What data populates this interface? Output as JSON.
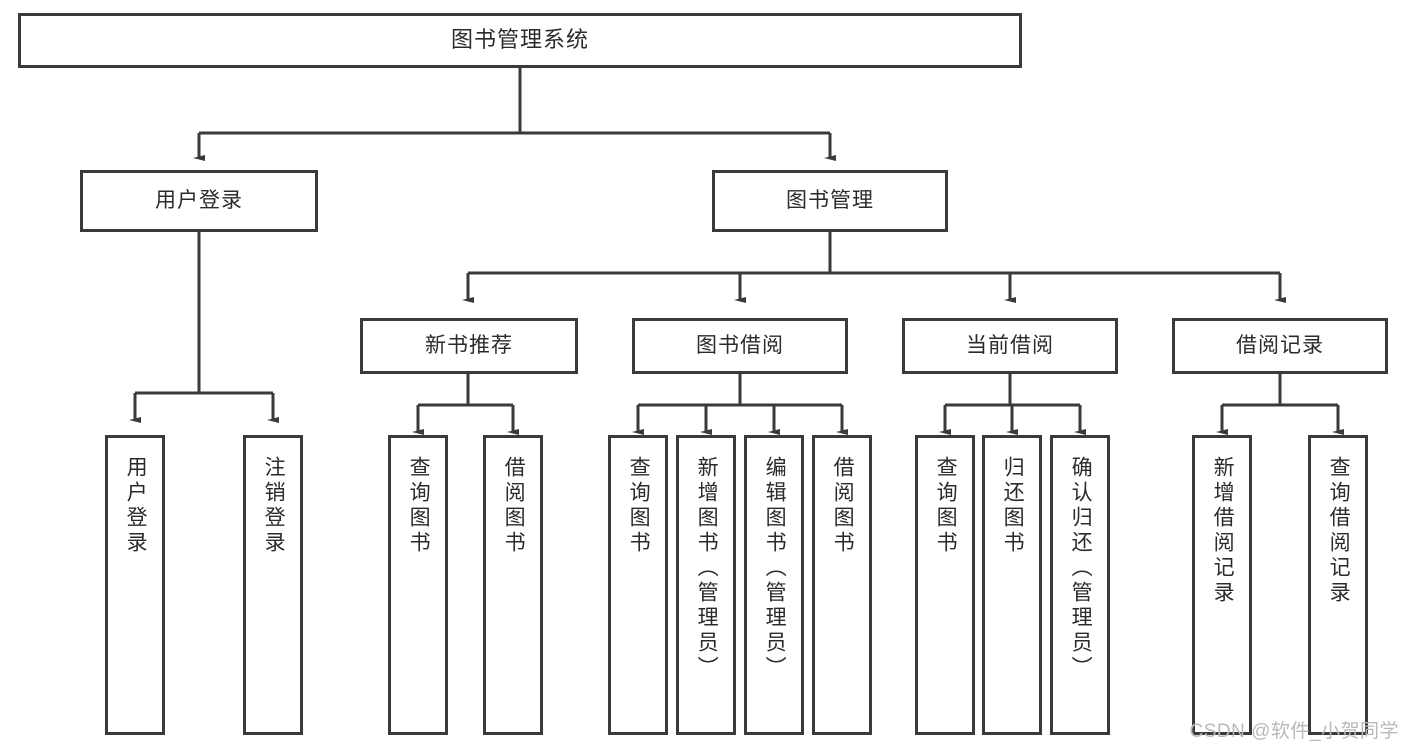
{
  "diagram": {
    "type": "hierarchy-tree",
    "root": {
      "label": "图书管理系统"
    },
    "level1": [
      {
        "label": "用户登录"
      },
      {
        "label": "图书管理"
      }
    ],
    "level2": [
      {
        "label": "新书推荐"
      },
      {
        "label": "图书借阅"
      },
      {
        "label": "当前借阅"
      },
      {
        "label": "借阅记录"
      }
    ],
    "leaves": {
      "user_login": [
        {
          "label": "用户登录"
        },
        {
          "label": "注销登录"
        }
      ],
      "new_book_recommend": [
        {
          "label": "查询图书"
        },
        {
          "label": "借阅图书"
        }
      ],
      "book_borrow": [
        {
          "label": "查询图书"
        },
        {
          "label": "新增图书（管理员）"
        },
        {
          "label": "编辑图书（管理员）"
        },
        {
          "label": "借阅图书"
        }
      ],
      "current_borrow": [
        {
          "label": "查询图书"
        },
        {
          "label": "归还图书"
        },
        {
          "label": "确认归还（管理员）"
        }
      ],
      "borrow_record": [
        {
          "label": "新增借阅记录"
        },
        {
          "label": "查询借阅记录"
        }
      ]
    }
  },
  "watermark": {
    "text": "CSDN @软件_小贺同学"
  },
  "colors": {
    "border": "#3a3a3a",
    "text": "#2b2b2b",
    "background": "#ffffff",
    "watermark": "#b9b9b9"
  }
}
